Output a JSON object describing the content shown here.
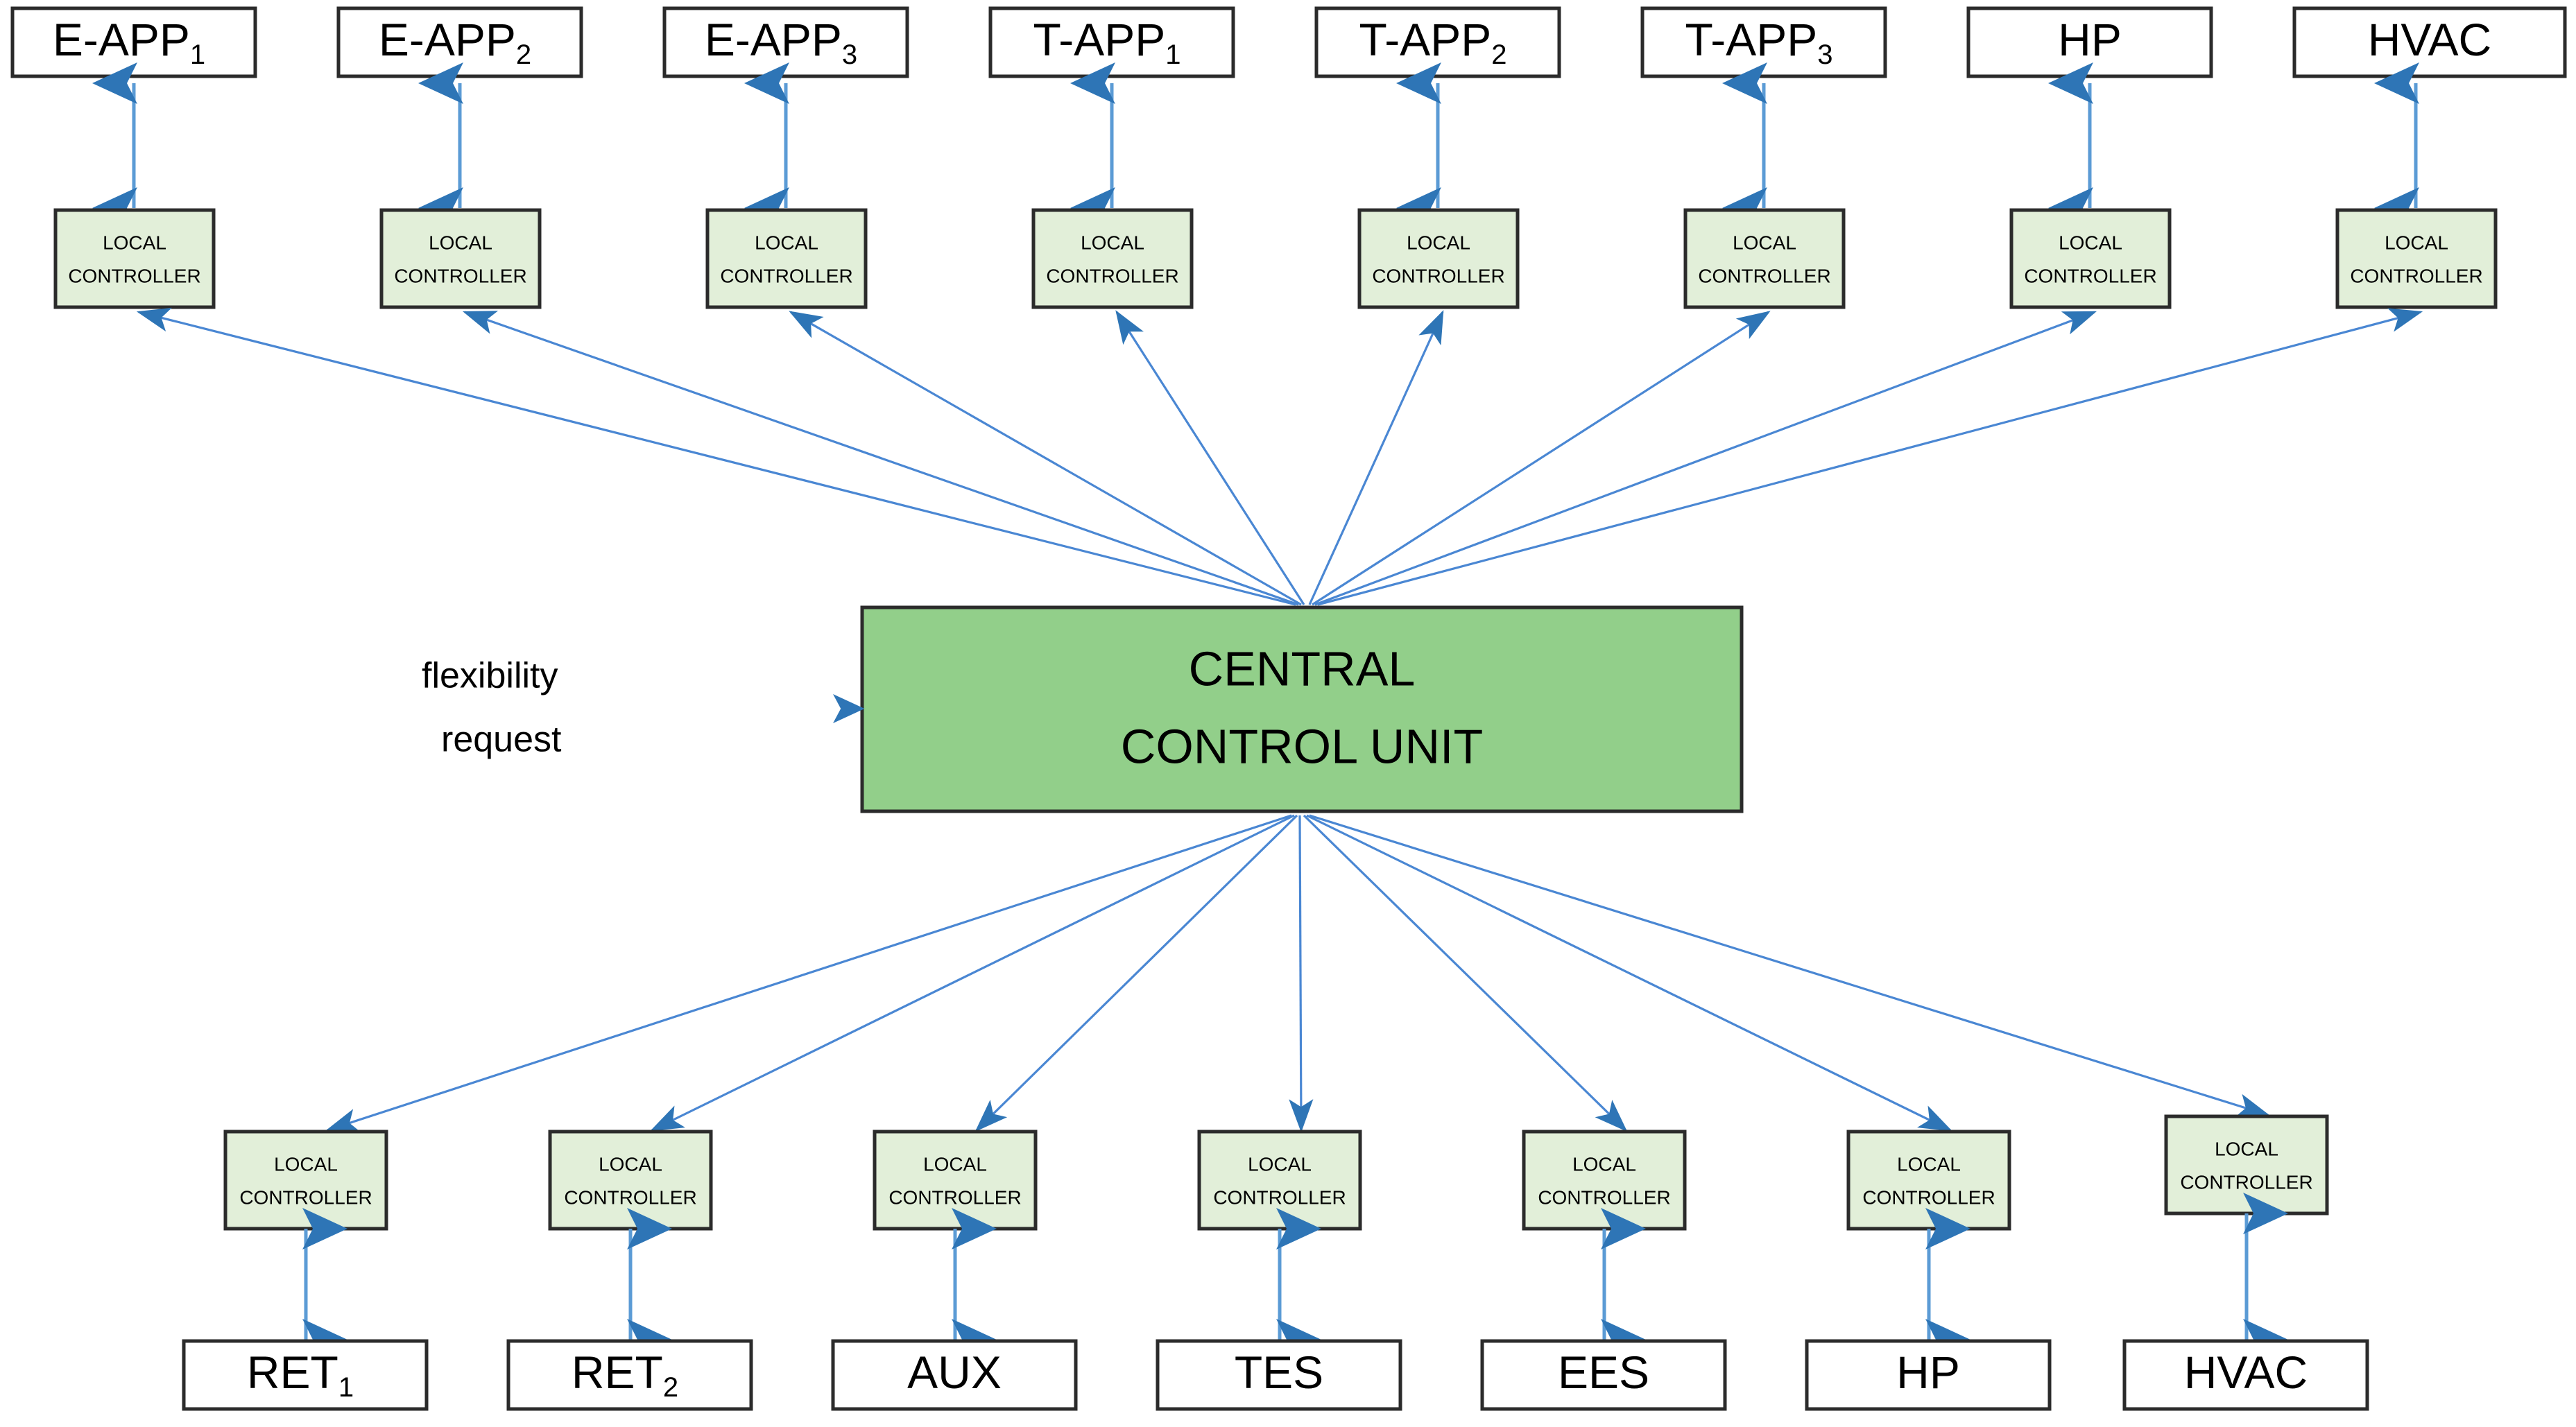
{
  "diagram": {
    "title": "Hierarchical building energy control architecture",
    "colors": {
      "box_white_fill": "#ffffff",
      "box_light_green_fill": "#e2efd9",
      "central_unit_fill": "#92cf8a",
      "box_stroke": "#2b2b2b",
      "connector_blue": "#4a87d3",
      "connector_vertical_blue": "#5b9bd5",
      "background": "#ffffff"
    },
    "local_controller": {
      "line1": "LOCAL",
      "line2": "CONTROLLER"
    },
    "central_unit": {
      "line1": "CENTRAL",
      "line2": "CONTROL UNIT"
    },
    "flexibility": {
      "line1": "flexibility",
      "line2": "request"
    },
    "top_row": [
      {
        "base": "E-APP",
        "sub": "1"
      },
      {
        "base": "E-APP",
        "sub": "2"
      },
      {
        "base": "E-APP",
        "sub": "3"
      },
      {
        "base": "T-APP",
        "sub": "1"
      },
      {
        "base": "T-APP",
        "sub": "2"
      },
      {
        "base": "T-APP",
        "sub": "3"
      },
      {
        "base": "HP",
        "sub": ""
      },
      {
        "base": "HVAC",
        "sub": ""
      }
    ],
    "bottom_row": [
      {
        "base": "RET",
        "sub": "1"
      },
      {
        "base": "RET",
        "sub": "2"
      },
      {
        "base": "AUX",
        "sub": ""
      },
      {
        "base": "TES",
        "sub": ""
      },
      {
        "base": "EES",
        "sub": ""
      },
      {
        "base": "HP",
        "sub": ""
      },
      {
        "base": "HVAC",
        "sub": ""
      }
    ]
  }
}
